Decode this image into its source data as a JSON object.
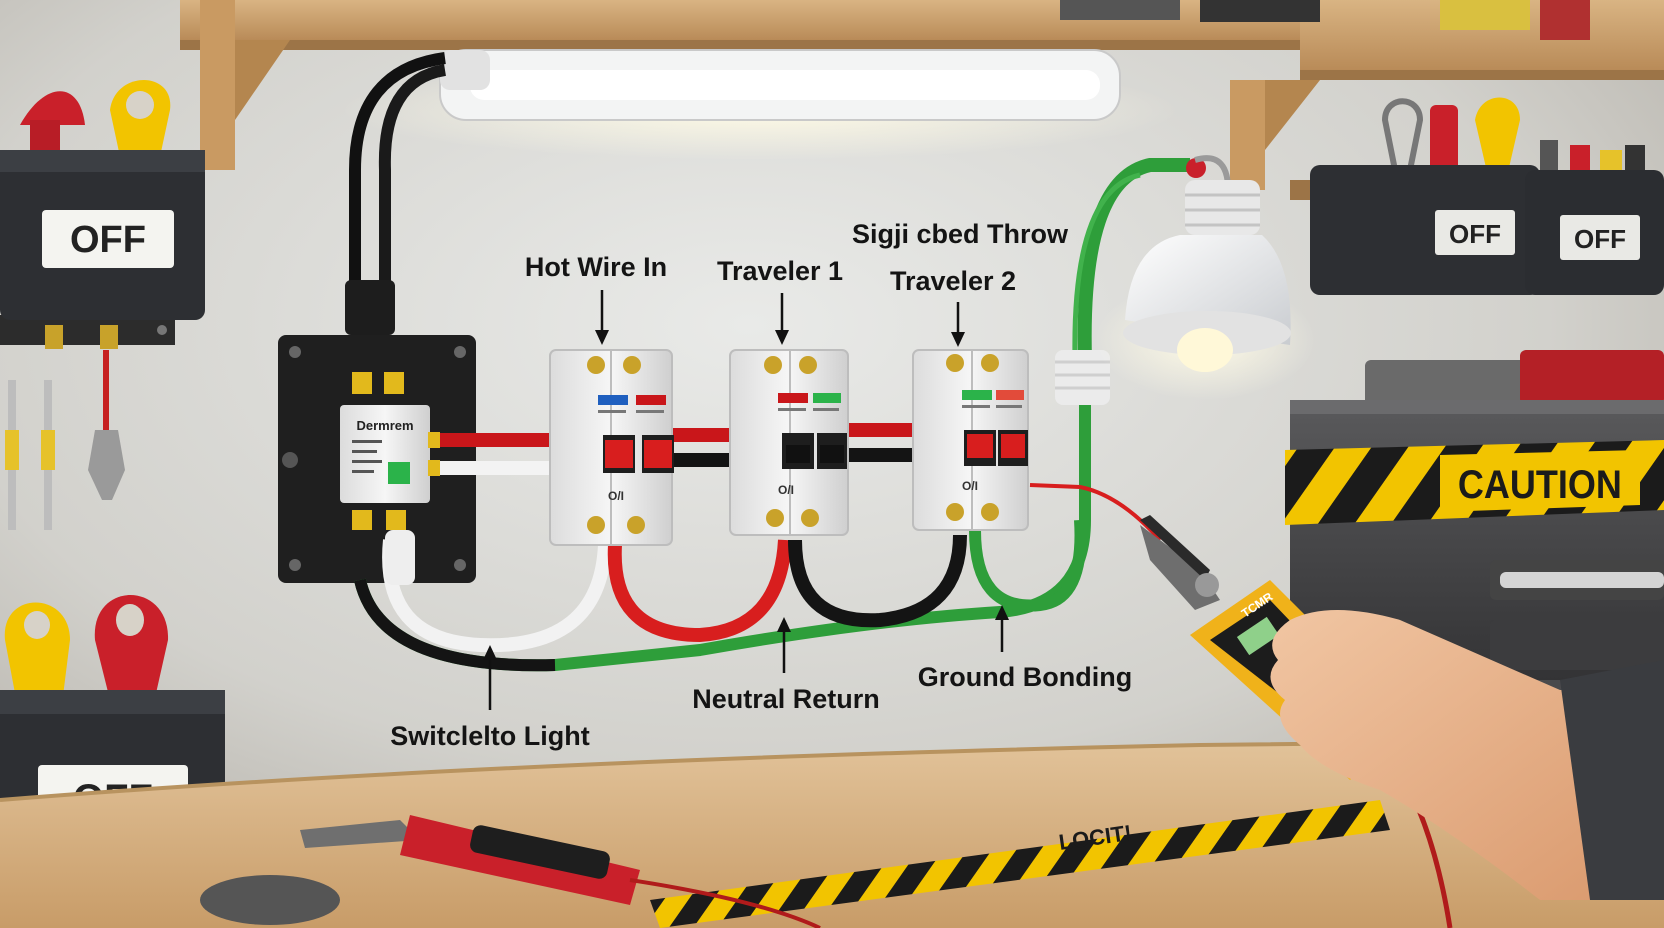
{
  "labels": {
    "hot_wire_in": "Hot Wire In",
    "traveler_1": "Traveler 1",
    "single_throw": "Sigji cbed Throw",
    "traveler_2": "Traveler 2",
    "switch_to_light": "Switclelto Light",
    "neutral_return": "Neutral Return",
    "ground_bonding": "Ground Bonding"
  },
  "bins": {
    "left_top": "OFF",
    "left_bottom": "OFF",
    "right_1": "OFF",
    "right_2": "OFF"
  },
  "signs": {
    "caution": "CAUTION",
    "floor_tape": "LOCIT!"
  },
  "device_marks": {
    "main_box": "Dermrem",
    "breaker_1": "O/I",
    "breaker_2": "O/I",
    "breaker_3": "O/I",
    "meter_brand": "TCMR"
  },
  "colors": {
    "hot": "#d81e1e",
    "neutral": "#f2f2f2",
    "traveler_black": "#141414",
    "ground": "#2e9e3a",
    "caution_yellow": "#f2c400",
    "meter_yellow": "#f0b21a"
  }
}
